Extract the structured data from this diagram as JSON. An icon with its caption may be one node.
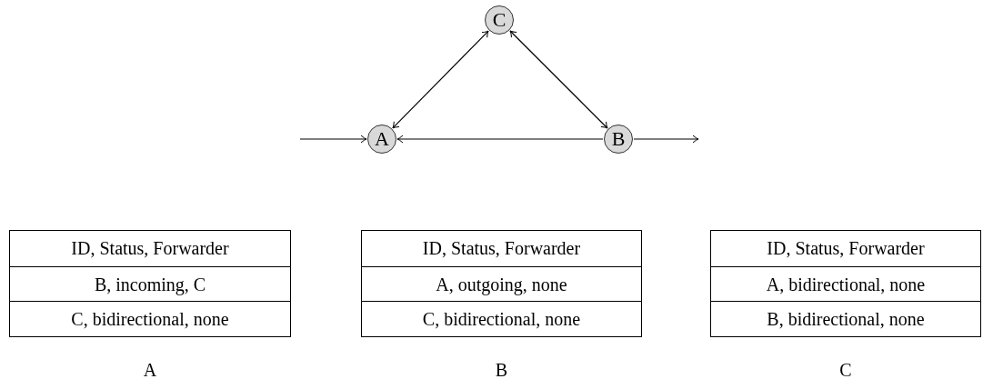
{
  "diagram": {
    "nodes": [
      {
        "text": [
          "C"
        ]
      },
      {
        "text": [
          "A"
        ]
      },
      {
        "text": [
          "B"
        ]
      },
      {
        "text": [
          "ID, Status, Forwarder",
          "B, incoming, C",
          "C, bidirectional, none"
        ],
        "beside": [
          "A"
        ]
      },
      {
        "text": [
          "ID, Status, Forwarder",
          "A, outgoing, none",
          "C, bidirectional, none"
        ],
        "beside": [
          "B"
        ]
      },
      {
        "text": [
          "ID, Status, Forwarder",
          "A, bidirectional, none",
          "B, bidirectional, none"
        ],
        "beside": [
          "C"
        ]
      }
    ],
    "edges": [
      {
        "from": 1,
        "to": 0,
        "arrow": "both"
      },
      {
        "from": 0,
        "to": 2,
        "arrow": "both"
      },
      {
        "from": 2,
        "to": 1,
        "arrow": "to"
      },
      {
        "from": null,
        "to": 1,
        "arrow": "to"
      },
      {
        "from": 2,
        "to": null,
        "arrow": "to"
      }
    ]
  }
}
